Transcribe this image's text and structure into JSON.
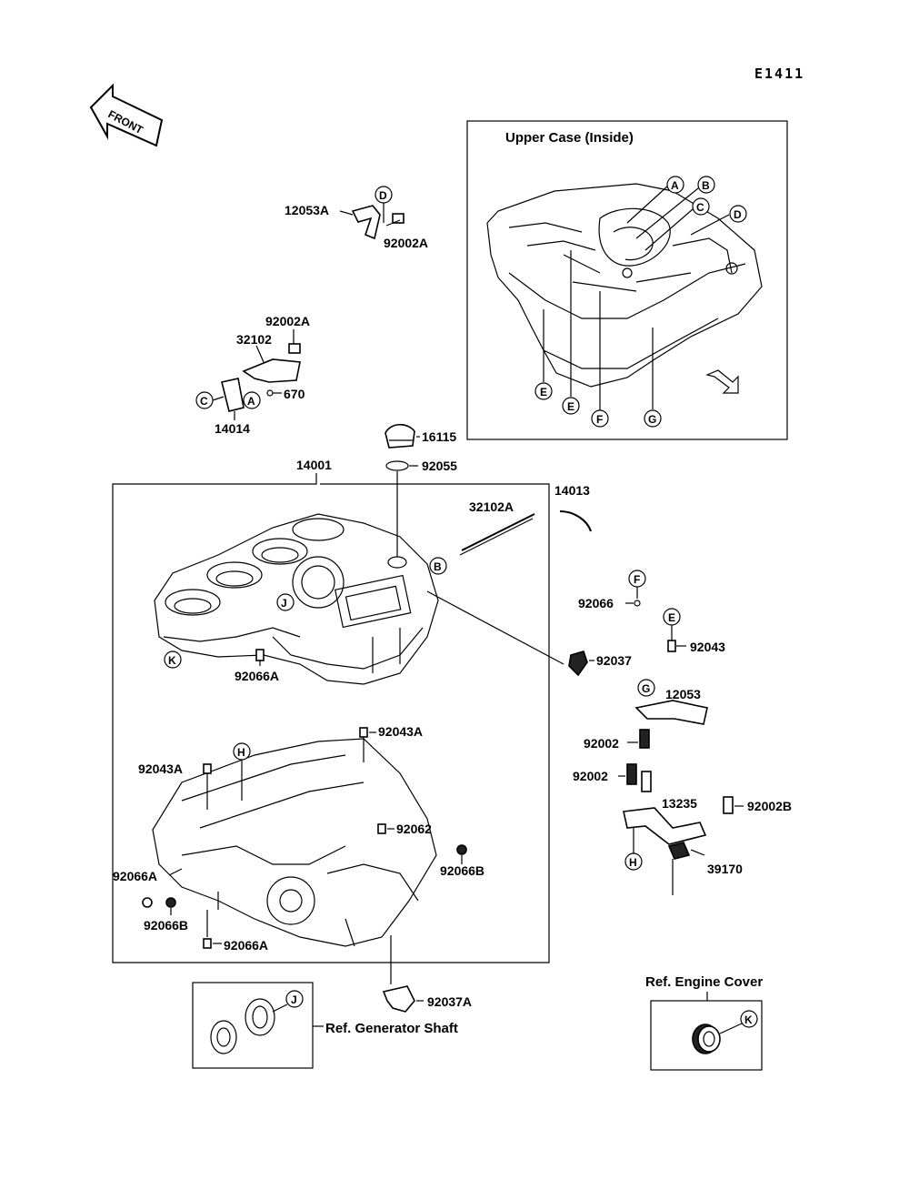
{
  "diagram_code": "E1411",
  "front_label": "FRONT",
  "captions": {
    "upper_case_inside": "Upper Case (Inside)",
    "ref_generator_shaft": "Ref. Generator Shaft",
    "ref_engine_cover": "Ref. Engine Cover"
  },
  "part_numbers": {
    "p12053A": "12053A",
    "p92002A_top": "92002A",
    "p92002A_mid": "92002A",
    "p32102": "32102",
    "p670": "670",
    "p14014": "14014",
    "p16115": "16115",
    "p92055": "92055",
    "p14001": "14001",
    "p32102A": "32102A",
    "p14013": "14013",
    "p92066": "92066",
    "p92043": "92043",
    "p92037": "92037",
    "p12053": "12053",
    "p92002_a": "92002",
    "p92002_b": "92002",
    "p13235": "13235",
    "p92002B": "92002B",
    "p39170": "39170",
    "p92066A_upper": "92066A",
    "p92043A_right": "92043A",
    "p92043A_left": "92043A",
    "p92062": "92062",
    "p92066A_left": "92066A",
    "p92066B_right": "92066B",
    "p92066B_left": "92066B",
    "p92066A_bottom": "92066A",
    "p92037A": "92037A"
  },
  "callout_letters": {
    "A": "A",
    "B": "B",
    "C": "C",
    "D": "D",
    "E": "E",
    "F": "F",
    "G": "G",
    "H": "H",
    "J": "J",
    "K": "K"
  }
}
